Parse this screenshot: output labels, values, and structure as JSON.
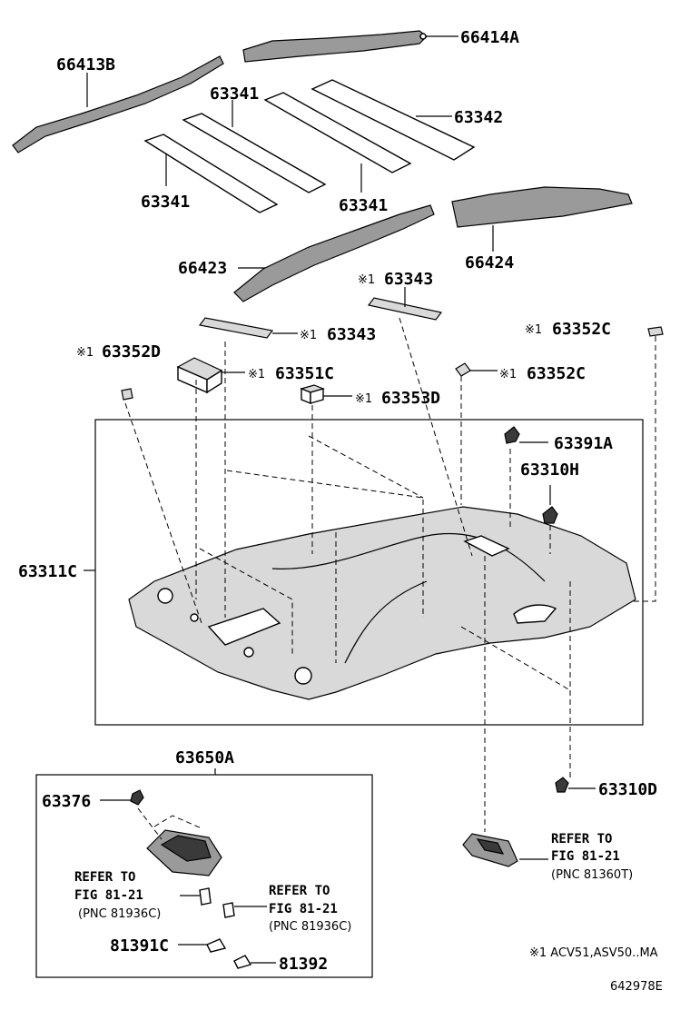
{
  "diagram": {
    "labels": {
      "p66414A": "66414A",
      "p66413B": "66413B",
      "p63341a": "63341",
      "p63342": "63342",
      "p63341b": "63341",
      "p63341c": "63341",
      "p66424": "66424",
      "p66423": "66423",
      "p63343top": "63343",
      "p63343": "63343",
      "p63352Ctop": "63352C",
      "p63352D": "63352D",
      "p63351C": "63351C",
      "p63352C": "63352C",
      "p63353D": "63353D",
      "p63391A": "63391A",
      "p63310H": "63310H",
      "p63311C": "63311C",
      "p63650A": "63650A",
      "p63310D": "63310D",
      "p63376": "63376",
      "p81391C": "81391C",
      "p81392": "81392"
    },
    "marker": "※1",
    "refs": {
      "ref1_line1": "REFER TO",
      "ref1_line2": "FIG 81-21",
      "ref1_line3": "(PNC 81936C)",
      "ref2_line1": "REFER TO",
      "ref2_line2": "FIG 81-21",
      "ref2_line3": "(PNC 81936C)",
      "ref3_line1": "REFER TO",
      "ref3_line2": "FIG 81-21",
      "ref3_line3": "(PNC 81360T)"
    },
    "footnote": "※1 ACV51,ASV50..MA",
    "figure_code": "642978E"
  }
}
